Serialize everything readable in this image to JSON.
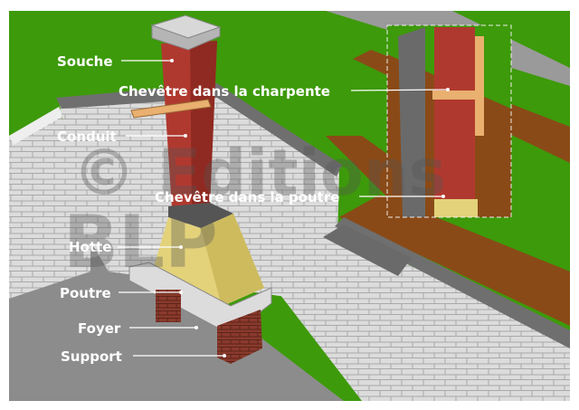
{
  "title": "Cheminée : souche, conduit, hotte, foyer",
  "watermark": {
    "line1": "© Editions",
    "line2": "BLP"
  },
  "labels": {
    "souche": "Souche",
    "chevetre_charpente": "Chevêtre dans la charpente",
    "conduit": "Conduit",
    "chevetre_poutre": "Chevêtre dans la poutre",
    "hotte": "Hotte",
    "poutre": "Poutre",
    "foyer": "Foyer",
    "support": "Support"
  },
  "colors": {
    "grass": "#3d9a0a",
    "brick_wall": "#d9d9d9",
    "floor": "#8c8c8c",
    "conduit": "#b0392f",
    "hotte": "#e3d27a",
    "wood_floor": "#8a4a17",
    "beam": "#e9b070"
  }
}
